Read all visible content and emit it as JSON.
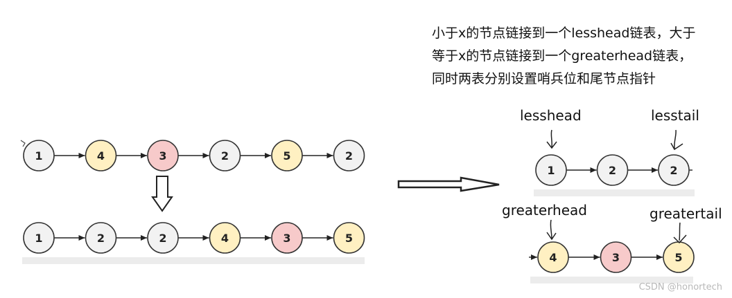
{
  "description": "小于x的节点链接到一个lesshead链表，大于等于x的节点链接到一个greaterhead链表，同时两表分别设置哨兵位和尾节点指针",
  "labels": {
    "less_head": "lesshead",
    "less_tail": "lesstail",
    "greater_head": "greaterhead",
    "greater_tail": "greatertail"
  },
  "watermark": "CSDN @honortech",
  "colors": {
    "grey_node": "#f2f2f2",
    "yellow_node": "#fff0c2",
    "red_node": "#f7caca",
    "stroke": "#333333",
    "shadow_bar": "#ececec"
  },
  "lists": {
    "original": [
      {
        "value": "1",
        "tone": "grey"
      },
      {
        "value": "4",
        "tone": "yellow"
      },
      {
        "value": "3",
        "tone": "red"
      },
      {
        "value": "2",
        "tone": "grey"
      },
      {
        "value": "5",
        "tone": "yellow"
      },
      {
        "value": "2",
        "tone": "grey"
      }
    ],
    "result": [
      {
        "value": "1",
        "tone": "grey"
      },
      {
        "value": "2",
        "tone": "grey"
      },
      {
        "value": "2",
        "tone": "grey"
      },
      {
        "value": "4",
        "tone": "yellow"
      },
      {
        "value": "3",
        "tone": "red"
      },
      {
        "value": "5",
        "tone": "yellow"
      }
    ],
    "less": [
      {
        "value": "1",
        "tone": "grey"
      },
      {
        "value": "2",
        "tone": "grey"
      },
      {
        "value": "2",
        "tone": "grey"
      }
    ],
    "greater": [
      {
        "value": "4",
        "tone": "yellow"
      },
      {
        "value": "3",
        "tone": "red"
      },
      {
        "value": "5",
        "tone": "yellow"
      }
    ]
  }
}
